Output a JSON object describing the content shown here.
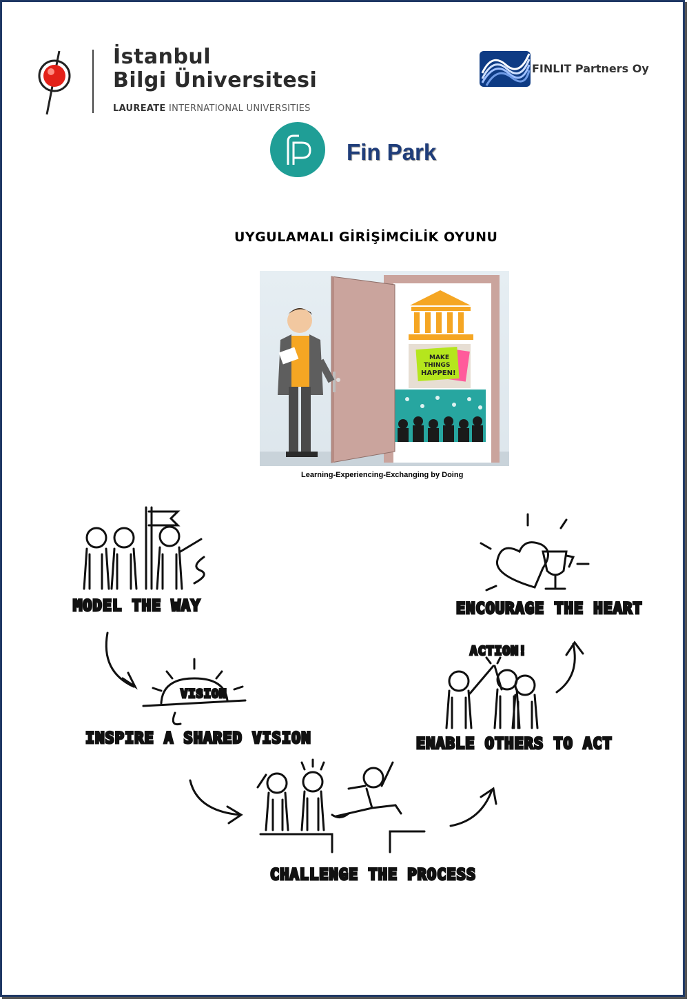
{
  "header": {
    "bilgi": {
      "line1": "İstanbul",
      "line2": "Bilgi Üniversitesi",
      "tag_bold": "LAUREATE",
      "tag_rest": " INTERNATIONAL UNIVERSITIES"
    },
    "finlit": {
      "name": "FINLIT Partners Oy"
    },
    "finpark": {
      "name": "Fin Park"
    }
  },
  "document": {
    "title": "UYGULAMALI GİRİŞİMCİLİK OYUNU",
    "hero": {
      "note_line1": "MAKE",
      "note_line2": "THINGS",
      "note_line3": "HAPPEN!"
    },
    "caption": "Learning-Experiencing-Exchanging by Doing"
  },
  "sketch": {
    "labels": {
      "model": "MODEL THE WAY",
      "inspire": "INSPIRE A SHARED VISION",
      "vision": "VISION",
      "challenge": "CHALLENGE THE PROCESS",
      "enable": "ENABLE OTHERS TO ACT",
      "action": "ACTION!",
      "encourage": "ENCOURAGE THE HEART"
    }
  },
  "colors": {
    "navy": "#1f3864",
    "teal": "#1f9e96",
    "finlit_blue": "#0e3b84",
    "door": "#caa49d",
    "orange": "#f5a623",
    "sticky_green": "#b5e61d"
  }
}
